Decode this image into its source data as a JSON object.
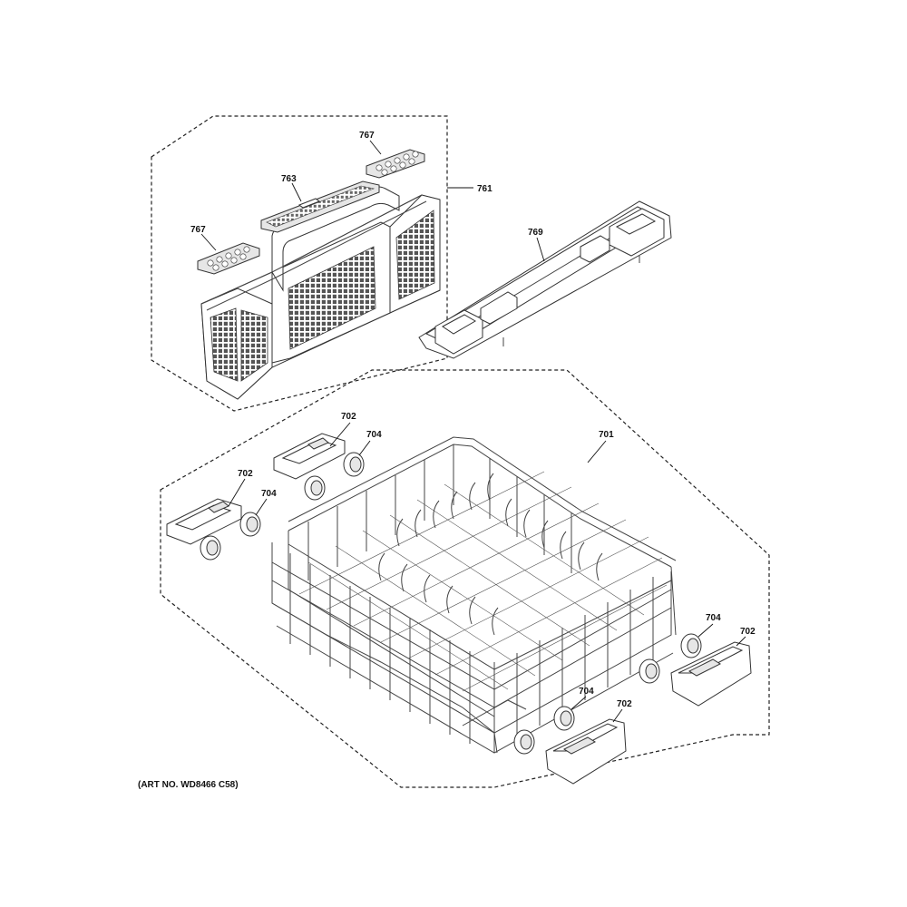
{
  "diagram": {
    "art_number": "(ART NO. WD8466 C58)",
    "callouts": {
      "c767a": "767",
      "c767b": "767",
      "c763": "763",
      "c761": "761",
      "c769": "769",
      "c701": "701",
      "c702a": "702",
      "c704a": "704",
      "c702b": "702",
      "c704b": "704",
      "c704c": "704",
      "c702c": "702",
      "c704d": "704",
      "c702d": "702"
    }
  }
}
